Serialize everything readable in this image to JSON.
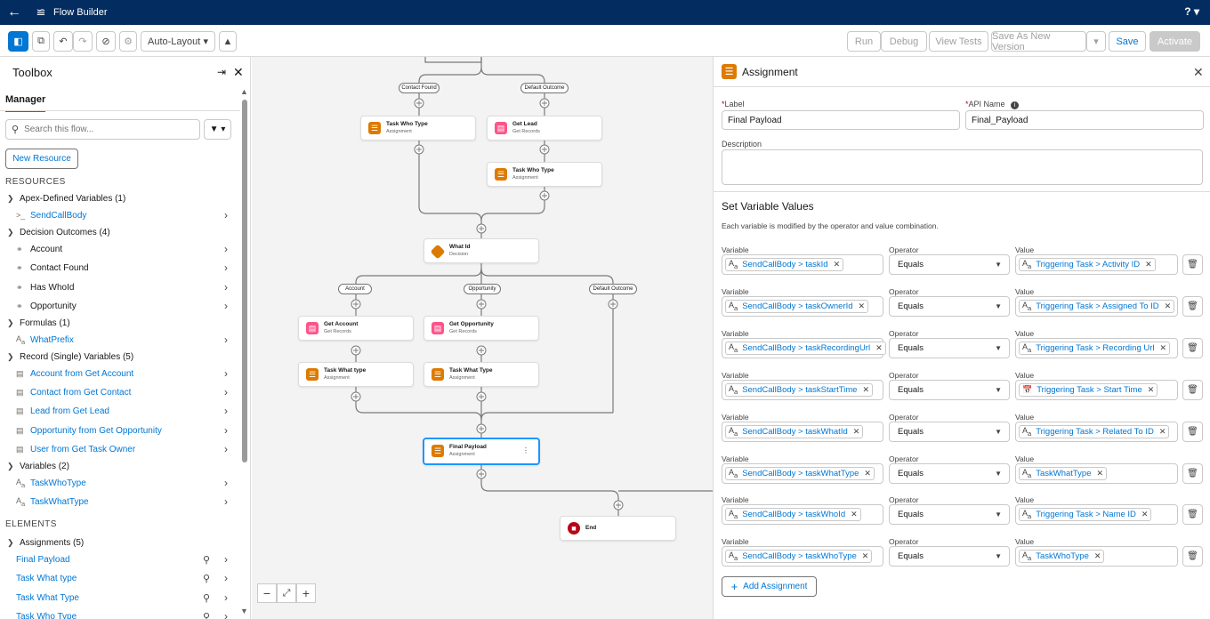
{
  "header": {
    "title": "Flow Builder",
    "help_label": "?"
  },
  "toolbar": {
    "layout_select": "Auto-Layout",
    "run": "Run",
    "debug": "Debug",
    "view_tests": "View Tests",
    "save_new_version": "Save As New Version",
    "save": "Save",
    "activate": "Activate"
  },
  "toolbox": {
    "title": "Toolbox",
    "tab_manager": "Manager",
    "search_placeholder": "Search this flow...",
    "new_resource": "New Resource",
    "resources_header": "RESOURCES",
    "elements_header": "ELEMENTS",
    "groups": {
      "apex": "Apex-Defined Variables (1)",
      "decision": "Decision Outcomes (4)",
      "formulas": "Formulas (1)",
      "record": "Record (Single) Variables (5)",
      "variables": "Variables (2)",
      "assignments": "Assignments (5)"
    },
    "items": {
      "send_call_body": "SendCallBody",
      "account": "Account",
      "contact_found": "Contact Found",
      "has_whoid": "Has WhoId",
      "opportunity": "Opportunity",
      "what_prefix": "WhatPrefix",
      "account_from": "Account from Get Account",
      "contact_from": "Contact from Get Contact",
      "lead_from": "Lead from Get Lead",
      "opp_from": "Opportunity from Get Opportunity",
      "user_from": "User from Get Task Owner",
      "task_who_type": "TaskWhoType",
      "task_what_type": "TaskWhatType"
    },
    "elements": {
      "final_payload": "Final Payload",
      "task_what_type_lower": "Task What type",
      "task_what_type_upper": "Task What Type",
      "task_who_type": "Task Who Type"
    }
  },
  "canvas": {
    "pills": {
      "contact_found": "Contact Found",
      "default_outcome_1": "Default Outcome",
      "account": "Account",
      "opportunity": "Opportunity",
      "default_outcome_2": "Default Outcome"
    },
    "nodes": {
      "task_who_type_1": {
        "title": "Task Who Type",
        "sub": "Assignment"
      },
      "get_lead": {
        "title": "Get Lead",
        "sub": "Get Records"
      },
      "task_who_type_2": {
        "title": "Task Who Type",
        "sub": "Assignment"
      },
      "what_id": {
        "title": "What Id",
        "sub": "Decision"
      },
      "get_account": {
        "title": "Get Account",
        "sub": "Get Records"
      },
      "get_opportunity": {
        "title": "Get Opportunity",
        "sub": "Get Records"
      },
      "task_what_type_a": {
        "title": "Task What type",
        "sub": "Assignment"
      },
      "task_what_type_b": {
        "title": "Task What Type",
        "sub": "Assignment"
      },
      "final_payload": {
        "title": "Final Payload",
        "sub": "Assignment"
      },
      "end": {
        "title": "End",
        "sub": ""
      }
    }
  },
  "panel": {
    "title": "Assignment",
    "label_label": "Label",
    "label_value": "Final Payload",
    "api_label": "API Name",
    "api_value": "Final_Payload",
    "description_label": "Description",
    "section_title": "Set Variable Values",
    "section_help": "Each variable is modified by the operator and value combination.",
    "col_variable": "Variable",
    "col_operator": "Operator",
    "col_value": "Value",
    "add_assignment": "Add Assignment",
    "rows": [
      {
        "variable": "SendCallBody > taskId",
        "operator": "Equals",
        "value": "Triggering Task > Activity ID",
        "value_icon": "text"
      },
      {
        "variable": "SendCallBody > taskOwnerId",
        "operator": "Equals",
        "value": "Triggering Task > Assigned To ID",
        "value_icon": "text"
      },
      {
        "variable": "SendCallBody > taskRecordingUrl",
        "operator": "Equals",
        "value": "Triggering Task > Recording Url",
        "value_icon": "text"
      },
      {
        "variable": "SendCallBody > taskStartTime",
        "operator": "Equals",
        "value": "Triggering Task > Start Time",
        "value_icon": "calendar"
      },
      {
        "variable": "SendCallBody > taskWhatId",
        "operator": "Equals",
        "value": "Triggering Task > Related To ID",
        "value_icon": "text"
      },
      {
        "variable": "SendCallBody > taskWhatType",
        "operator": "Equals",
        "value": "TaskWhatType",
        "value_icon": "text"
      },
      {
        "variable": "SendCallBody > taskWhoId",
        "operator": "Equals",
        "value": "Triggering Task > Name ID",
        "value_icon": "text"
      },
      {
        "variable": "SendCallBody > taskWhoType",
        "operator": "Equals",
        "value": "TaskWhoType",
        "value_icon": "text"
      }
    ]
  },
  "colors": {
    "brand_header": "#032d60",
    "primary": "#0176d3",
    "assignment": "#dd7a01",
    "decision": "#dd7a01",
    "get_records": "#ea001e",
    "end": "#ba0517"
  }
}
